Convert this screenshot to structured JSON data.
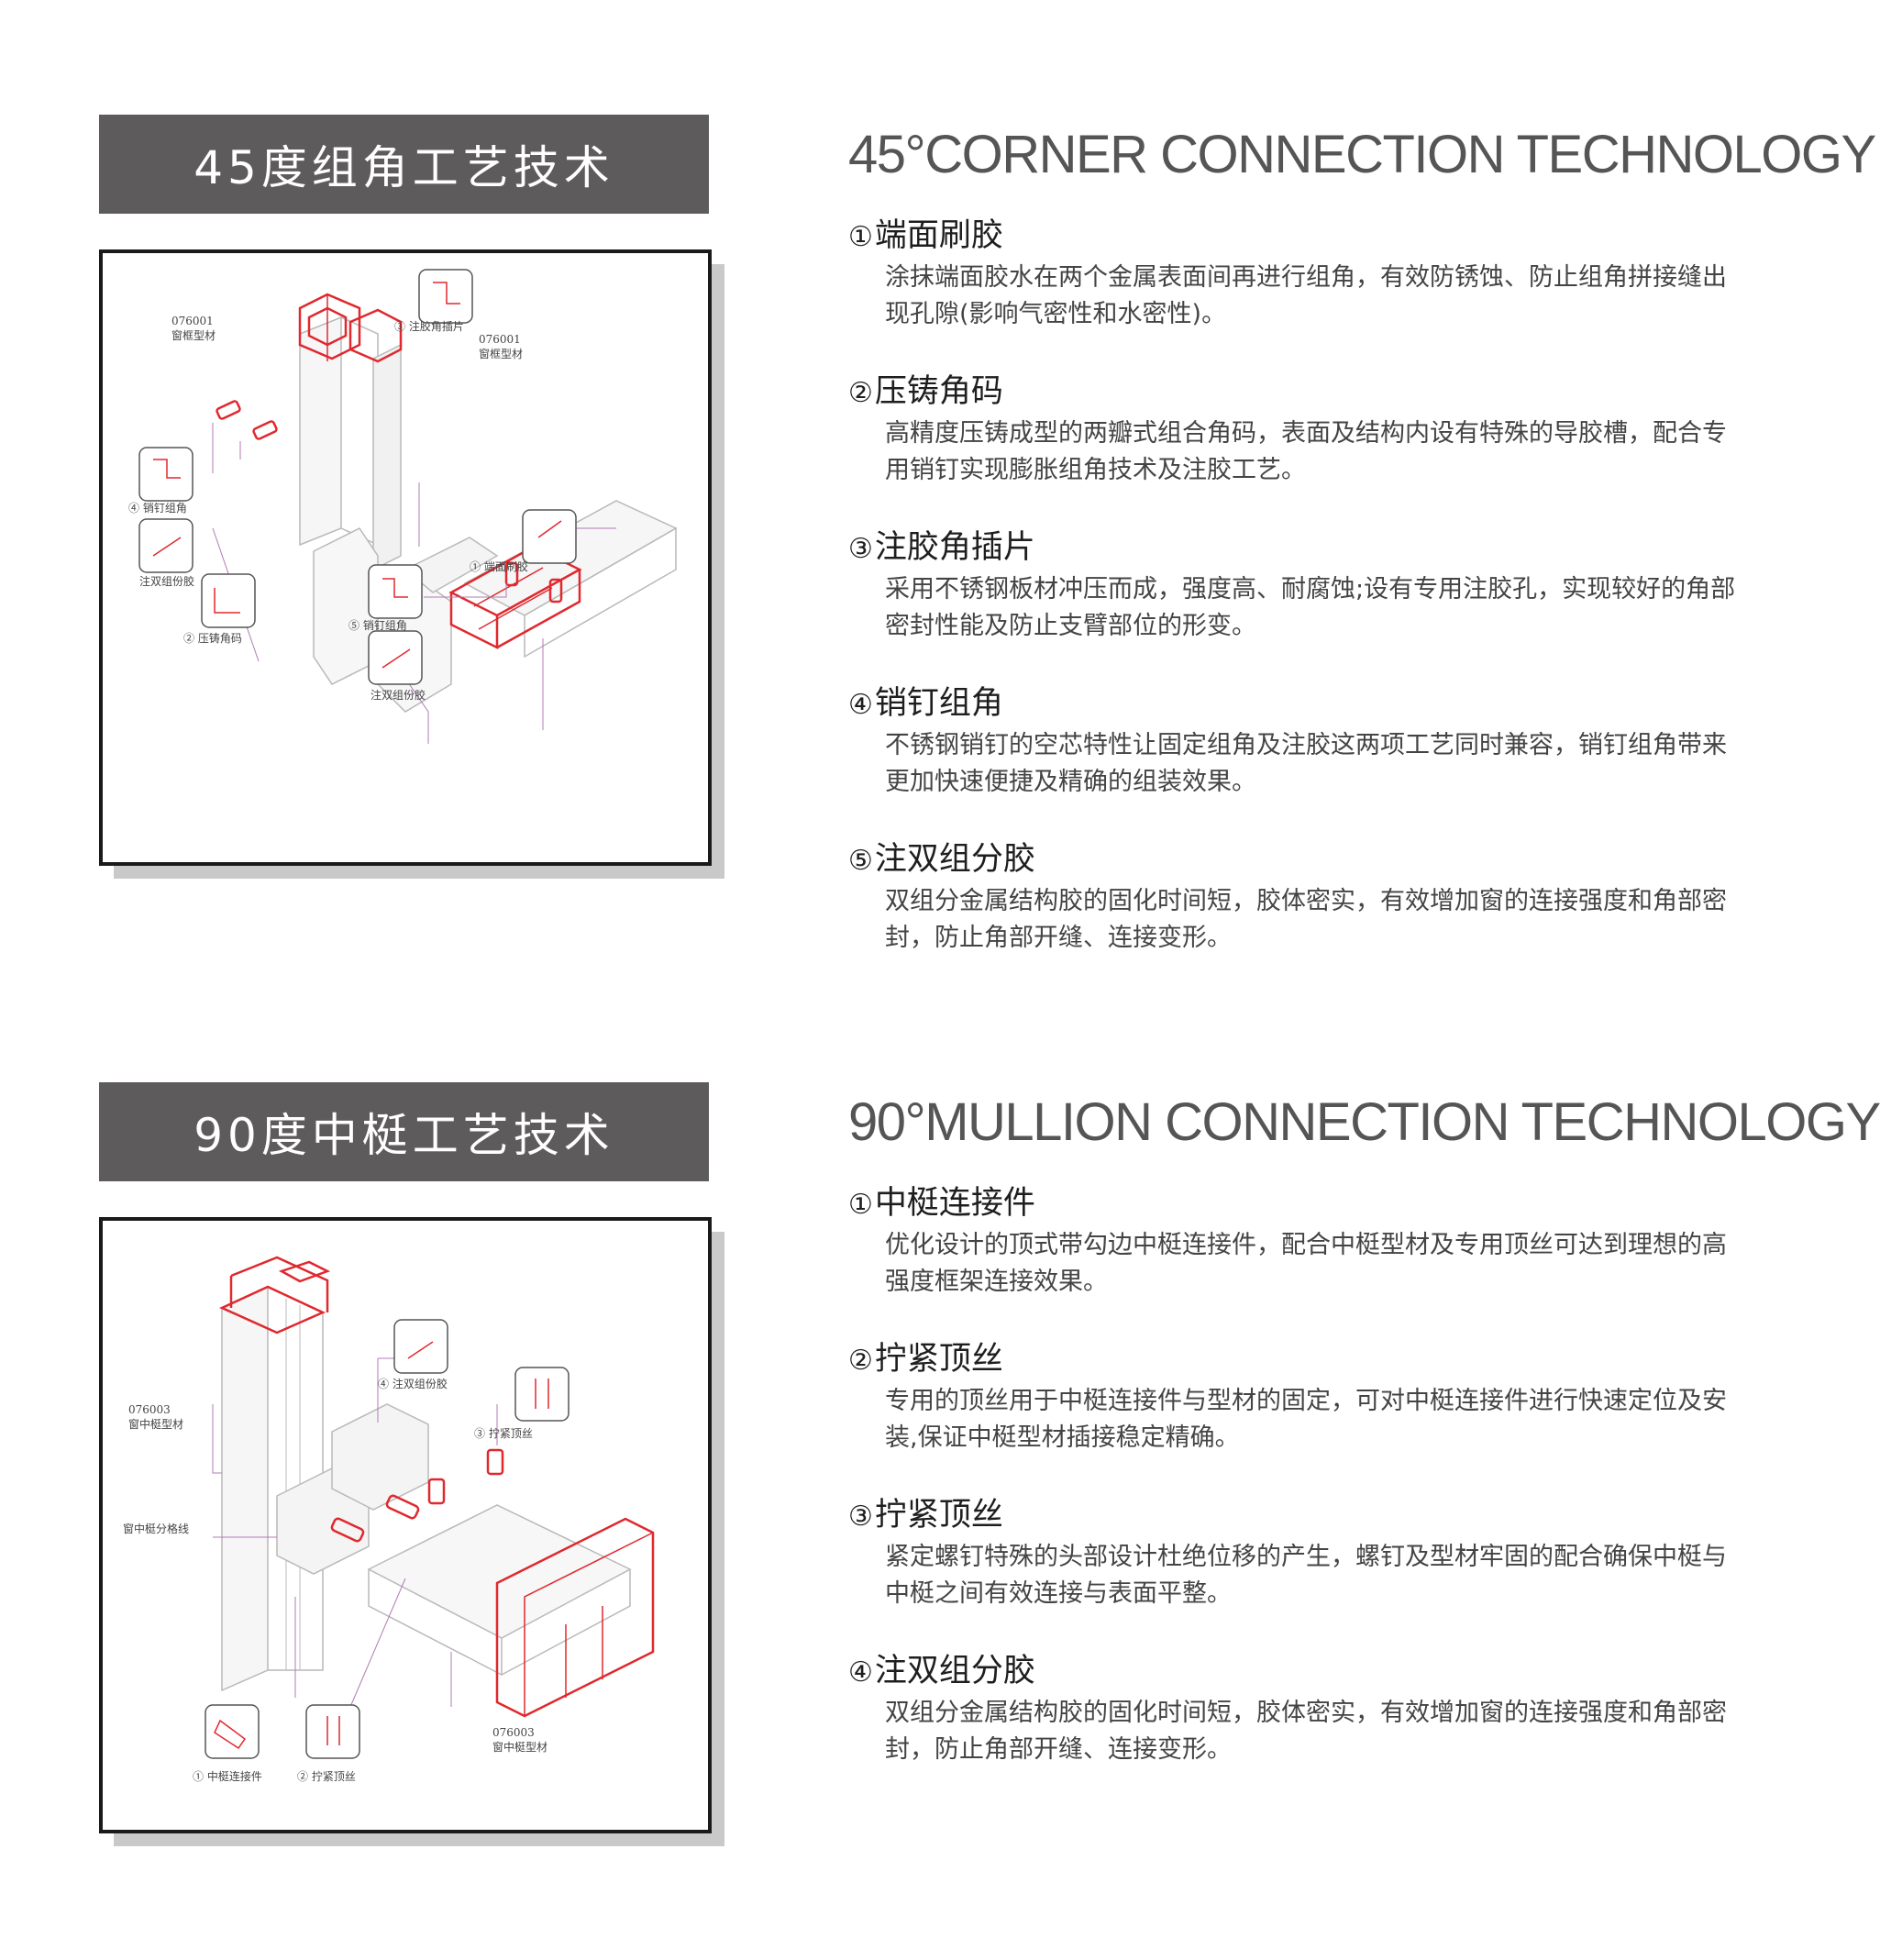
{
  "section1": {
    "banner": "45度组角工艺技术",
    "en_title": "45°CORNER CONNECTION TECHNOLOGY",
    "items": [
      {
        "num": "①",
        "title": "端面刷胶",
        "text": "涂抹端面胶水在两个金属表面间再进行组角，有效防锈蚀、防止组角拼接缝出现孔隙(影响气密性和水密性)。"
      },
      {
        "num": "②",
        "title": "压铸角码",
        "text": "高精度压铸成型的两瓣式组合角码，表面及结构内设有特殊的导胶槽，配合专用销钉实现膨胀组角技术及注胶工艺。"
      },
      {
        "num": "③",
        "title": "注胶角插片",
        "text": "采用不锈钢板材冲压而成，强度高、耐腐蚀;设有专用注胶孔，实现较好的角部密封性能及防止支臂部位的形变。"
      },
      {
        "num": "④",
        "title": "销钉组角",
        "text": "不锈钢销钉的空芯特性让固定组角及注胶这两项工艺同时兼容，销钉组角带来更加快速便捷及精确的组装效果。"
      },
      {
        "num": "⑤",
        "title": "注双组分胶",
        "text": "双组分金属结构胶的固化时间短，胶体密实，有效增加窗的连接强度和角部密封，防止角部开缝、连接变形。"
      }
    ],
    "diagram": {
      "code_left": "076001",
      "label_left": "窗框型材",
      "code_right": "076001",
      "label_right": "窗框型材",
      "callout_3": "③ 注胶角插片",
      "callout_4": "④ 销钉组角",
      "callout_glue_left": "注双组份胶",
      "callout_2": "② 压铸角码",
      "callout_1": "① 端面刷胶",
      "callout_5": "⑤ 销钉组角",
      "callout_glue_bottom": "注双组份胶"
    }
  },
  "section2": {
    "banner": "90度中梃工艺技术",
    "en_title": "90°MULLION CONNECTION TECHNOLOGY",
    "items": [
      {
        "num": "①",
        "title": "中梃连接件",
        "text": "优化设计的顶式带勾边中梃连接件，配合中梃型材及专用顶丝可达到理想的高强度框架连接效果。"
      },
      {
        "num": "②",
        "title": "拧紧顶丝",
        "text": "专用的顶丝用于中梃连接件与型材的固定，可对中梃连接件进行快速定位及安装,保证中梃型材插接稳定精确。"
      },
      {
        "num": "③",
        "title": "拧紧顶丝",
        "text": "紧定螺钉特殊的头部设计杜绝位移的产生，螺钉及型材牢固的配合确保中梃与中梃之间有效连接与表面平整。"
      },
      {
        "num": "④",
        "title": "注双组分胶",
        "text": "双组分金属结构胶的固化时间短，胶体密实，有效增加窗的连接强度和角部密封，防止角部开缝、连接变形。"
      }
    ],
    "diagram": {
      "code_left": "076003",
      "label_left": "窗中梃型材",
      "label_line": "窗中梃分格线",
      "callout_4": "④ 注双组份胶",
      "callout_3": "③ 拧紧顶丝",
      "code_bottom": "076003",
      "label_bottom": "窗中梃型材",
      "callout_1": "① 中梃连接件",
      "callout_2": "② 拧紧顶丝"
    }
  },
  "colors": {
    "banner_bg": "#5e5b5c",
    "accent_red": "#e0282e",
    "text_dark": "#1e1e1e"
  }
}
